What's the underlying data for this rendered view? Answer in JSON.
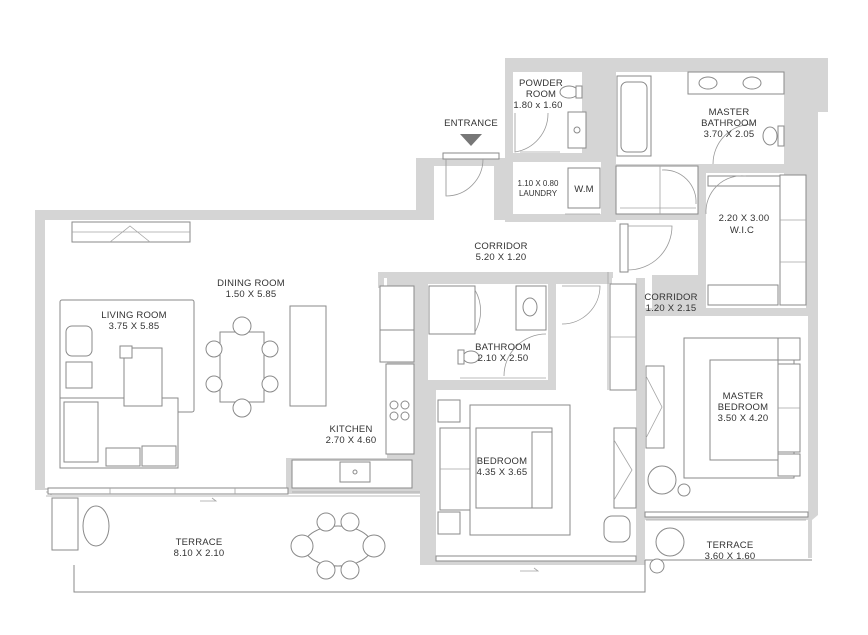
{
  "entrance": {
    "label": "ENTRANCE"
  },
  "rooms": {
    "powder_room": {
      "name": "POWDER\nROOM",
      "name_line1": "POWDER",
      "name_line2": "ROOM",
      "size": "1.80 x 1.60"
    },
    "master_bathroom": {
      "name_line1": "MASTER",
      "name_line2": "BATHROOM",
      "size": "3.70 X 2.05"
    },
    "laundry": {
      "size": "1.10 X 0.80",
      "name": "LAUNDRY",
      "wm": "W.M"
    },
    "wic": {
      "size": "2.20 X 3.00",
      "name": "W.I.C"
    },
    "corridor_main": {
      "name": "CORRIDOR",
      "size": "5.20 X 1.20"
    },
    "corridor_side": {
      "name": "CORRIDOR",
      "size": "1.20 X 2.15"
    },
    "dining_room": {
      "name": "DINING ROOM",
      "size": "1.50 X 5.85"
    },
    "living_room": {
      "name": "LIVING ROOM",
      "size": "3.75 X 5.85"
    },
    "bathroom": {
      "name": "BATHROOM",
      "size": "2.10 X 2.50"
    },
    "kitchen": {
      "name": "KITCHEN",
      "size": "2.70 X 4.60"
    },
    "master_bedroom": {
      "name_line1": "MASTER",
      "name_line2": "BEDROOM",
      "size": "3.50 X 4.20"
    },
    "bedroom": {
      "name": "BEDROOM",
      "size": "4.35 X 3.65"
    },
    "terrace_main": {
      "name": "TERRACE",
      "size": "8.10 X 2.10"
    },
    "terrace_side": {
      "name": "TERRACE",
      "size": "3.60 X 1.60"
    }
  },
  "colors": {
    "wall": "#d5d5d5",
    "line": "#8a8a8a",
    "text": "#333333"
  }
}
